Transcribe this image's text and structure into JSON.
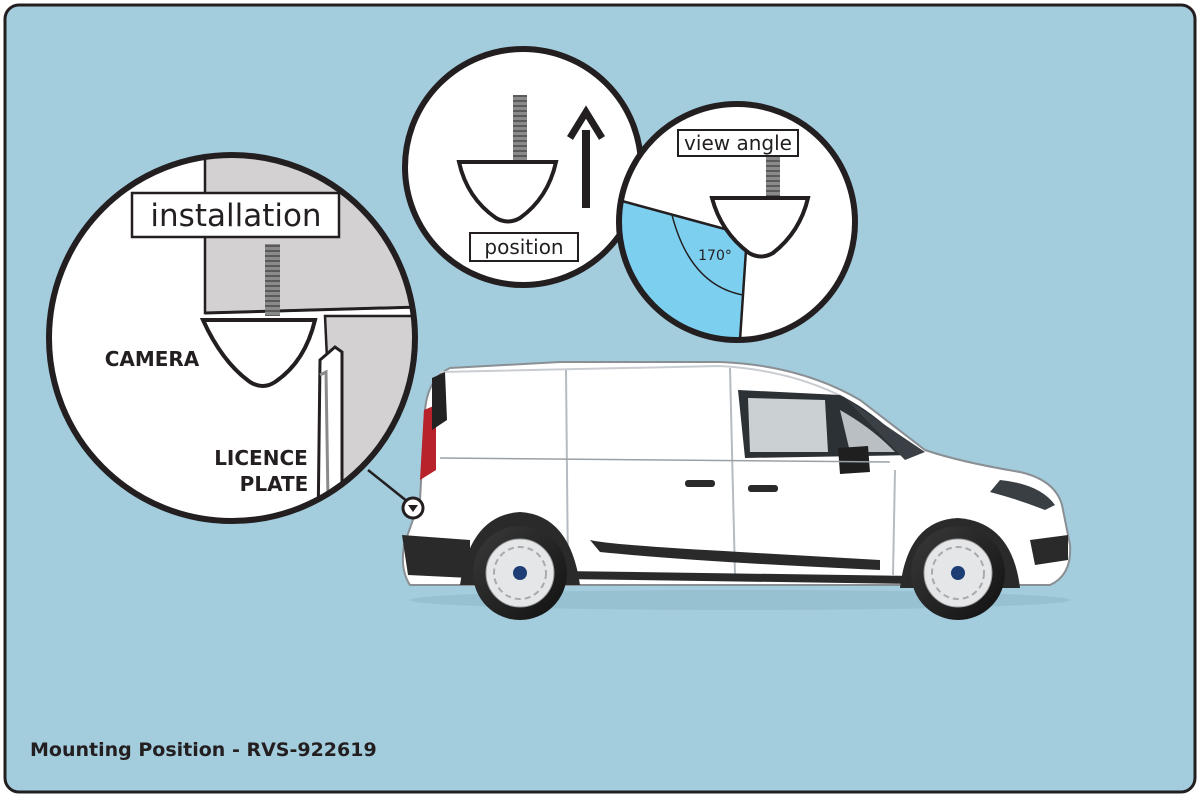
{
  "diagram": {
    "installation_label": "installation",
    "camera_label": "CAMERA",
    "licence_label_line1": "LICENCE",
    "licence_label_line2": "PLATE",
    "position_label": "position",
    "view_angle_label": "view angle",
    "angle_value": "170°",
    "caption": "Mounting Position - RVS-922619"
  },
  "colors": {
    "background": "#a3ccdd",
    "frame_border": "#231f20",
    "wall_gray": "#d3d1d2",
    "view_cone": "#7ccfee",
    "van_body": "#ffffff",
    "van_trim": "#2a2a2a"
  }
}
